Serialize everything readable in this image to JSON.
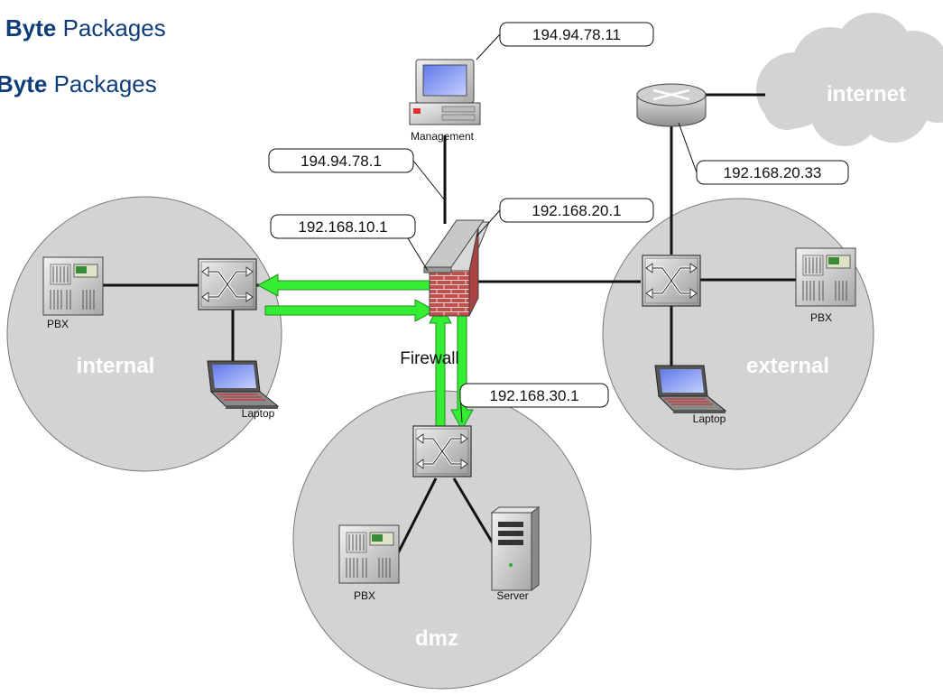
{
  "header": {
    "line1_bold": "Byte",
    "line1_text": " Packages",
    "line2_bold": "Byte",
    "line2_text": " Packages"
  },
  "zones": {
    "internal": "internal",
    "external": "external",
    "dmz": "dmz",
    "internet": "internet"
  },
  "devices": {
    "management": "Management",
    "firewall": "Firewall",
    "internal_pbx": "PBX",
    "internal_laptop": "Laptop",
    "external_pbx": "PBX",
    "external_laptop": "Laptop",
    "dmz_pbx": "PBX",
    "dmz_server": "Server"
  },
  "addresses": {
    "management": "194.94.78.11",
    "firewall_mgmt": "194.94.78.1",
    "router": "192.168.20.33",
    "firewall_internal": "192.168.10.1",
    "firewall_external": "192.168.20.1",
    "firewall_dmz": "192.168.30.1"
  },
  "colors": {
    "zone_fill": "#d3d3d3",
    "arrow": "#33ee33",
    "brick": "#c0504d",
    "title": "#0f3d78"
  }
}
